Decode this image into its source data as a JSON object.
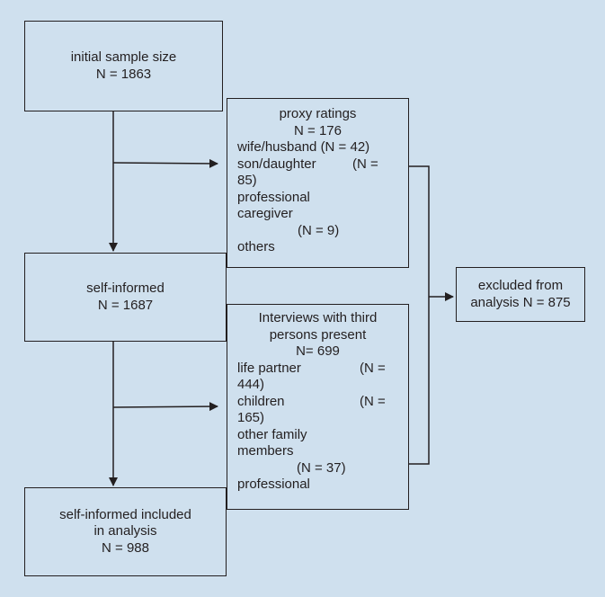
{
  "boxes": {
    "initial": {
      "line1": "initial sample size",
      "line2": "N = 1863"
    },
    "proxy": {
      "title": "proxy ratings",
      "n": "N = 176",
      "r1": "wife/husband (N = 42)",
      "r2a": "son/daughter",
      "r2b": "(N =",
      "r2c": "85)",
      "r3a": "professional",
      "r3b": "caregiver",
      "r3c": "(N = 9)",
      "r4": "others"
    },
    "self_informed": {
      "line1": "self-informed",
      "line2": "N = 1687"
    },
    "excluded": {
      "line1": "excluded from",
      "line2": "analysis N = 875"
    },
    "interviews": {
      "title1": "Interviews with third",
      "title2": "persons present",
      "n": "N= 699",
      "r1a": "life partner",
      "r1b": "(N =",
      "r1c": "444)",
      "r2a": "children",
      "r2b": "(N =",
      "r2c": "165)",
      "r3a": "other family",
      "r3b": "members",
      "r3c": "(N = 37)",
      "r4": "professional"
    },
    "included": {
      "line1": "self-informed included",
      "line2": "in analysis",
      "line3": "N = 988"
    }
  }
}
